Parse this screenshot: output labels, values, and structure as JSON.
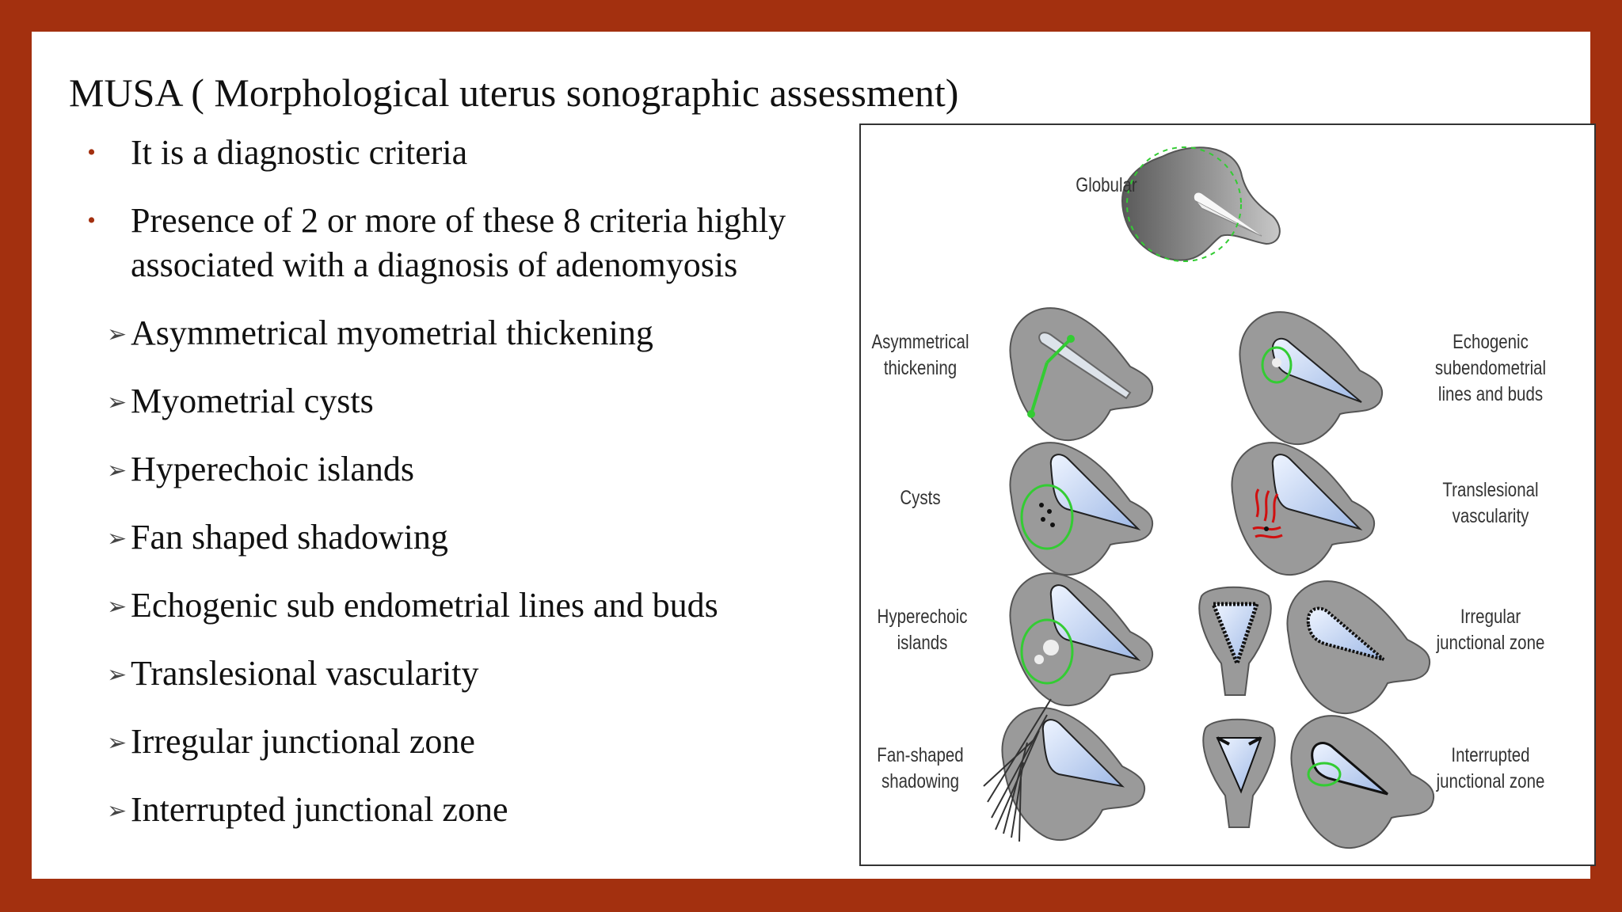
{
  "slide": {
    "title": "MUSA ( Morphological uterus sonographic assessment)",
    "bullets": [
      {
        "marker": "•",
        "text": "It is a diagnostic criteria"
      },
      {
        "marker": "•",
        "text": "Presence of 2 or more of these 8 criteria highly associated with a diagnosis of adenomyosis"
      }
    ],
    "criteria": [
      {
        "marker": "➢",
        "text": "Asymmetrical myometrial thickening"
      },
      {
        "marker": "➢",
        "text": "Myometrial cysts"
      },
      {
        "marker": "➢",
        "text": "Hyperechoic islands"
      },
      {
        "marker": "➢",
        "text": "Fan shaped shadowing"
      },
      {
        "marker": "➢",
        "text": "Echogenic sub endometrial lines and buds"
      },
      {
        "marker": "➢",
        "text": "Translesional vascularity"
      },
      {
        "marker": "➢",
        "text": "Irregular junctional zone"
      },
      {
        "marker": "➢",
        "text": "Interrupted junctional zone"
      }
    ]
  },
  "figure": {
    "labels": {
      "globular": "Globular",
      "asymmetrical": "Asymmetrical\nthickening",
      "echogenic": "Echogenic subendometrial\nlines and buds",
      "cysts": "Cysts",
      "translesional": "Translesional\nvascularity",
      "hyperechoic": "Hyperechoic\nislands",
      "irregular": "Irregular\njunctional zone",
      "fan": "Fan-shaped\nshadowing",
      "interrupted": "Interrupted\njunctional zone"
    },
    "colors": {
      "uterus": "#9a9a9a",
      "cavity": "#c9daf2",
      "marker_green": "#33cc33",
      "vessel_red": "#d01010"
    }
  }
}
